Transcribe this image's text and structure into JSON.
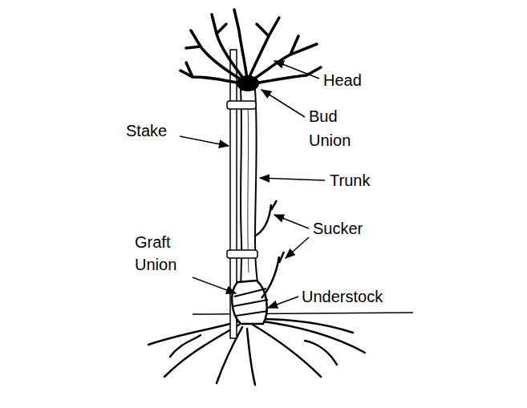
{
  "diagram": {
    "labels": [
      "Head",
      "Bud Union",
      "Stake",
      "Trunk",
      "Sucker",
      "Graft Union",
      "Understock"
    ]
  }
}
